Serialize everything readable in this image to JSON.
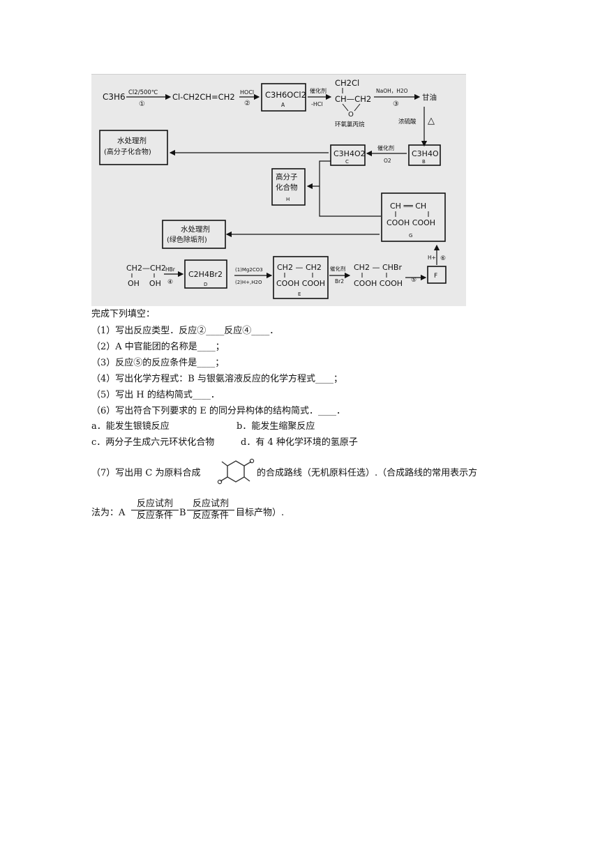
{
  "scheme": {
    "start": "C3H6",
    "r1_top": "Cl2/500℃",
    "r1_num": "①",
    "allyl_chloride": "Cl-CH2CH=CH2",
    "r2_top": "HOCl",
    "r2_num": "②",
    "A_formula": "C3H6OCl2",
    "A_label": "A",
    "r3_top": "催化剂",
    "r3_bottom": "-HCl",
    "epoxide_top": "CH2Cl",
    "epoxide_mid": "CH—CH2",
    "epoxide_o": "O",
    "epoxide_name": "环氧氯丙烷",
    "r4_top": "NaOH，H2O",
    "r4_num": "③",
    "glycerol": "甘油",
    "dehyd_cond": "浓硫酸",
    "heat_sym": "△",
    "B_formula": "C3H4O",
    "B_label": "B",
    "oxid_top": "催化剂",
    "oxid_bottom": "O2",
    "C_formula": "C3H4O2",
    "C_label": "C",
    "water1_line1": "水处理剂",
    "water1_line2": "(高分子化合物)",
    "H_line1": "高分子",
    "H_line2": "化合物",
    "H_label": "H",
    "G_top": "CH ══ CH",
    "G_bottom": "COOH COOH",
    "G_label": "G",
    "water2_line1": "水处理剂",
    "water2_line2": "(绿色除垢剂)",
    "glycol_top": "CH2—CH2",
    "glycol_bottom": "OH    OH",
    "r5_top": "HBr",
    "r5_num": "④",
    "D_formula": "C2H4Br2",
    "D_label": "D",
    "r6_top": "(1)Mg2CO3",
    "r6_bottom": "(2)H+,H2O",
    "E_top": "CH2 — CH2",
    "E_bottom": "COOH COOH",
    "E_label": "E",
    "r7_top": "催化剂",
    "r7_bottom": "Br2",
    "bromo_top": "CH2 — CHBr",
    "bromo_bottom": "COOH COOH",
    "r8_num": "⑤",
    "F_label": "F",
    "r9_top": "H+",
    "r9_num": "⑥"
  },
  "questions": {
    "intro": "完成下列填空：",
    "q1": "（1）写出反应类型．反应②____反应④____．",
    "q2": "（2）A 中官能团的名称是____；",
    "q3": "（3）反应⑤的反应条件是____；",
    "q4": "（4）写出化学方程式：B 与银氨溶液反应的化学方程式____；",
    "q5": "（5）写出 H 的结构简式____．",
    "q6": "（6）写出符合下列要求的 E 的同分异构体的结构简式．____．",
    "opt_a": "a．能发生银镜反应",
    "opt_b": "b．能发生缩聚反应",
    "opt_c": "c．两分子生成六元环状化合物",
    "opt_d": "d．有 4 种化学环境的氢原子",
    "q7_part1": "（7）写出用 C 为原料合成",
    "q7_part2": "的合成路线（无机原料任选）.（合成路线的常用表示方",
    "route_prefix": "法为：A",
    "route_top1": "反应试剂",
    "route_bot1": "反应条件",
    "route_mid": "B",
    "route_top2": "反应试剂",
    "route_bot2": "反应条件",
    "route_suffix": "目标产物）."
  }
}
